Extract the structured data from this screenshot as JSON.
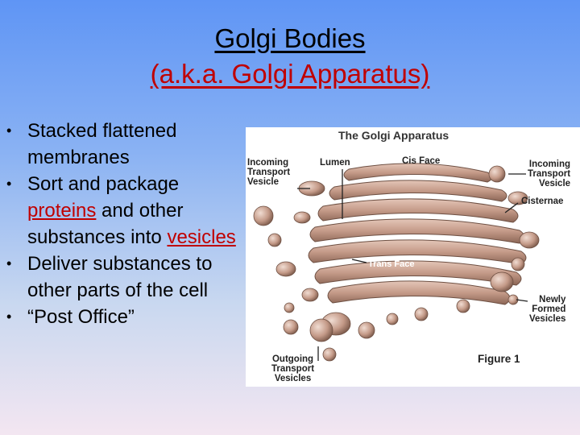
{
  "slide": {
    "title_line1": "Golgi Bodies",
    "title_line2": "(a.k.a. Golgi Apparatus)",
    "bullets": {
      "b1": "Stacked flattened membranes",
      "b2_pre": "Sort and package ",
      "b2_term1": "proteins",
      "b2_mid": " and other substances into ",
      "b2_term2": "vesicles",
      "b3": "Deliver substances to other parts of the cell",
      "b4": "“Post Office”"
    },
    "bullet_glyph": "•"
  },
  "figure": {
    "title": "The Golgi Apparatus",
    "labels": {
      "incoming_left": [
        "Incoming",
        "Transport",
        "Vesicle"
      ],
      "lumen": "Lumen",
      "cis_face": "Cis Face",
      "incoming_right": [
        "Incoming",
        "Transport",
        "Vesicle"
      ],
      "cisternae": "Cisternae",
      "trans_face": "Trans Face",
      "newly_formed": [
        "Newly",
        "Formed",
        "Vesicles"
      ],
      "outgoing": [
        "Outgoing",
        "Transport",
        "Vesicles"
      ],
      "caption": "Figure 1"
    }
  },
  "colors": {
    "title_black": "#000000",
    "title_red": "#c00000",
    "term_red": "#c00000",
    "membrane": "#c9a08e",
    "membrane_dark": "#7a5a4c"
  }
}
